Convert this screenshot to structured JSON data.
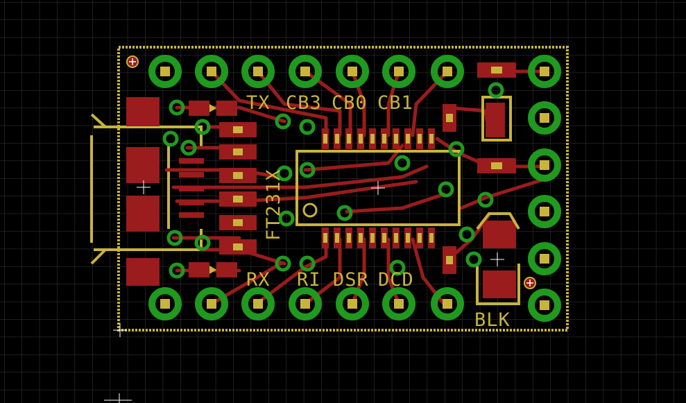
{
  "board": {
    "silkscreen_labels": {
      "tx": "TX",
      "cb3": "CB3",
      "cb0": "CB0",
      "cb1": "CB1",
      "rx": "RX",
      "ri": "RI",
      "dsr": "DSR",
      "dcd": "DCD",
      "blk": "BLK",
      "chip": "FT231X"
    },
    "colors": {
      "background": "#000000",
      "grid": "#3a3a3a",
      "copper": "#9a1c1c",
      "pad_ring": "#1f9a1f",
      "pad_hole": "#c8b43c",
      "silkscreen": "#c8b43c"
    }
  }
}
